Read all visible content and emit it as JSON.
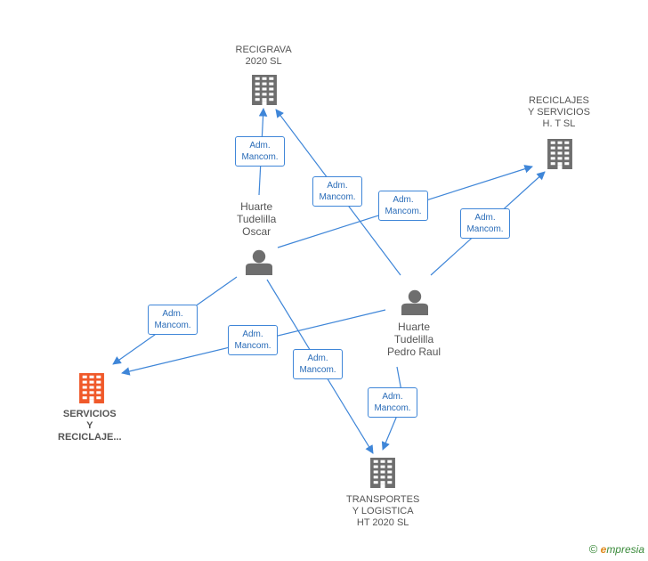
{
  "nodes": [
    {
      "id": "recigrava",
      "kind": "company",
      "lines": [
        "RECIGRAVA",
        "2020 SL"
      ]
    },
    {
      "id": "reciclajes",
      "kind": "company",
      "lines": [
        "RECICLAJES",
        "Y SERVICIOS",
        "H.  T SL"
      ]
    },
    {
      "id": "servicios",
      "kind": "company-highlight",
      "lines": [
        "SERVICIOS",
        "Y",
        "RECICLAJE..."
      ]
    },
    {
      "id": "transportes",
      "kind": "company",
      "lines": [
        "TRANSPORTES",
        "Y LOGISTICA",
        "HT 2020 SL"
      ]
    },
    {
      "id": "oscar",
      "kind": "person",
      "lines": [
        "Huarte",
        "Tudelilla",
        "Oscar"
      ]
    },
    {
      "id": "pedro",
      "kind": "person",
      "lines": [
        "Huarte",
        "Tudelilla",
        "Pedro Raul"
      ]
    }
  ],
  "edges": [
    {
      "from": "oscar",
      "to": "recigrava",
      "label": [
        "Adm.",
        "Mancom."
      ]
    },
    {
      "from": "pedro",
      "to": "recigrava",
      "label": [
        "Adm.",
        "Mancom."
      ]
    },
    {
      "from": "oscar",
      "to": "reciclajes",
      "label": [
        "Adm.",
        "Mancom."
      ]
    },
    {
      "from": "pedro",
      "to": "reciclajes",
      "label": [
        "Adm.",
        "Mancom."
      ]
    },
    {
      "from": "oscar",
      "to": "servicios",
      "label": [
        "Adm.",
        "Mancom."
      ]
    },
    {
      "from": "pedro",
      "to": "servicios",
      "label": [
        "Adm.",
        "Mancom."
      ]
    },
    {
      "from": "oscar",
      "to": "transportes",
      "label": [
        "Adm.",
        "Mancom."
      ]
    },
    {
      "from": "pedro",
      "to": "transportes",
      "label": [
        "Adm.",
        "Mancom."
      ]
    }
  ],
  "colors": {
    "edge": "#3f86d8",
    "company": "#6e6e6e",
    "highlight": "#f0592a",
    "person": "#6e6e6e"
  },
  "brand": {
    "copyright": "©",
    "initial": "e",
    "rest": "mpresia"
  }
}
